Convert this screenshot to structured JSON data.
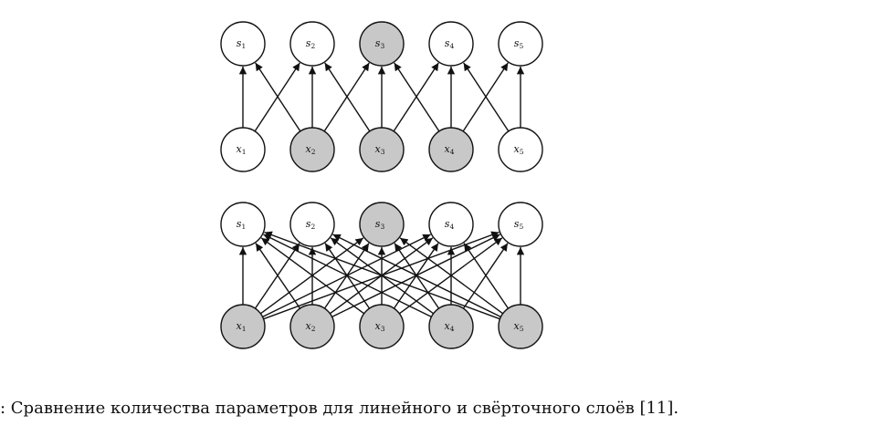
{
  "panels": [
    {
      "top_nodes": [
        {
          "letter": "s",
          "sub": "1",
          "shaded": false
        },
        {
          "letter": "s",
          "sub": "2",
          "shaded": false
        },
        {
          "letter": "s",
          "sub": "3",
          "shaded": true
        },
        {
          "letter": "s",
          "sub": "4",
          "shaded": false
        },
        {
          "letter": "s",
          "sub": "5",
          "shaded": false
        }
      ],
      "bottom_nodes": [
        {
          "letter": "x",
          "sub": "1",
          "shaded": false
        },
        {
          "letter": "x",
          "sub": "2",
          "shaded": true
        },
        {
          "letter": "x",
          "sub": "3",
          "shaded": true
        },
        {
          "letter": "x",
          "sub": "4",
          "shaded": true
        },
        {
          "letter": "x",
          "sub": "5",
          "shaded": false
        }
      ],
      "connectivity": "local",
      "kernel_width": 3
    },
    {
      "top_nodes": [
        {
          "letter": "s",
          "sub": "1",
          "shaded": false
        },
        {
          "letter": "s",
          "sub": "2",
          "shaded": false
        },
        {
          "letter": "s",
          "sub": "3",
          "shaded": true
        },
        {
          "letter": "s",
          "sub": "4",
          "shaded": false
        },
        {
          "letter": "s",
          "sub": "5",
          "shaded": false
        }
      ],
      "bottom_nodes": [
        {
          "letter": "x",
          "sub": "1",
          "shaded": true
        },
        {
          "letter": "x",
          "sub": "2",
          "shaded": true
        },
        {
          "letter": "x",
          "sub": "3",
          "shaded": true
        },
        {
          "letter": "x",
          "sub": "4",
          "shaded": true
        },
        {
          "letter": "x",
          "sub": "5",
          "shaded": true
        }
      ],
      "connectivity": "full"
    }
  ],
  "colors": {
    "node_fill": "#ffffff",
    "node_shaded_fill": "#c8c8c8",
    "stroke": "#111111"
  },
  "caption": ": Сравнение количества параметров для линейного и свёрточного слоёв [11]."
}
